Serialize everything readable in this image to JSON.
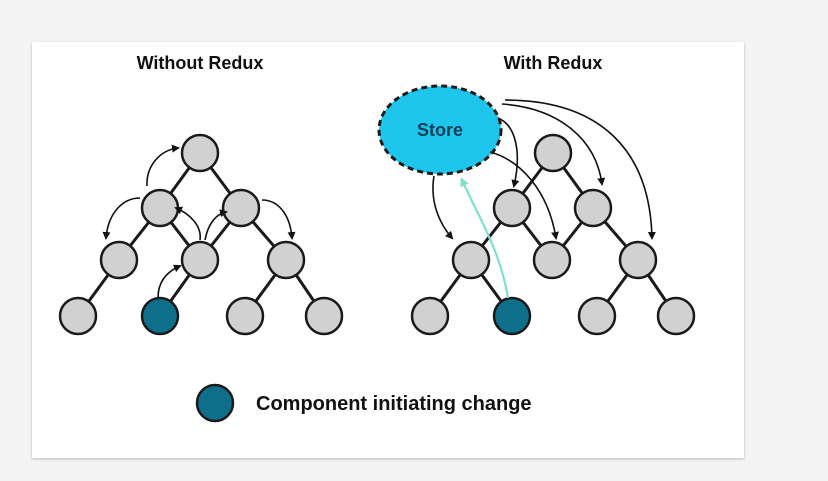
{
  "left_panel": {
    "title": "Without Redux"
  },
  "right_panel": {
    "title": "With Redux",
    "store_label": "Store"
  },
  "legend": {
    "label": "Component initiating change"
  },
  "colors": {
    "node_fill": "#d1d1d1",
    "node_stroke": "#1a1a1a",
    "initiator_fill": "#0f6f8a",
    "store_fill": "#1ec6ee",
    "highlight_arrow": "#7fe0d0"
  }
}
